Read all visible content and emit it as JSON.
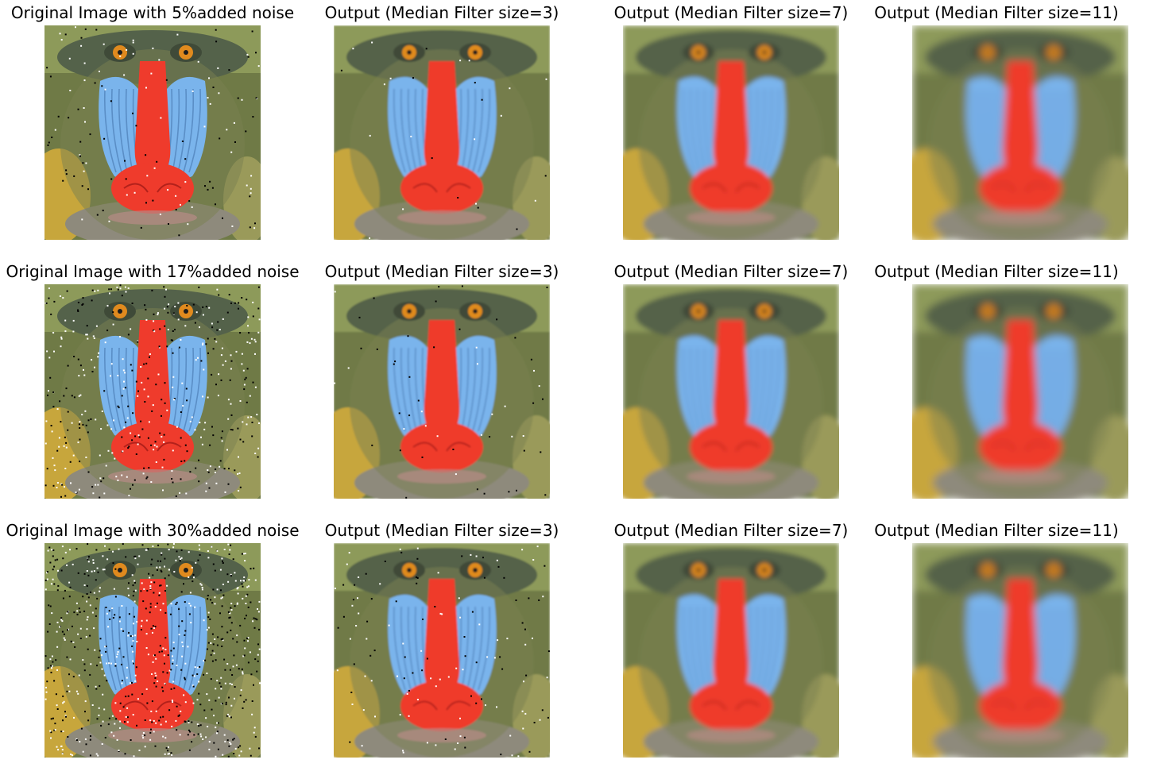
{
  "figure": {
    "rows": [
      {
        "panels": [
          {
            "title": "Original Image with 5%added noise",
            "noise": 0.05,
            "blur": 0
          },
          {
            "title": "Output (Median Filter size=3)",
            "noise": 0.01,
            "blur": 1
          },
          {
            "title": "Output (Median Filter size=7)",
            "noise": 0,
            "blur": 3
          },
          {
            "title": "Output (Median Filter size=11)",
            "noise": 0,
            "blur": 5
          }
        ]
      },
      {
        "panels": [
          {
            "title": "Original Image with 17%added noise",
            "noise": 0.17,
            "blur": 0
          },
          {
            "title": "Output (Median Filter size=3)",
            "noise": 0.02,
            "blur": 1
          },
          {
            "title": "Output (Median Filter size=7)",
            "noise": 0,
            "blur": 3
          },
          {
            "title": "Output (Median Filter size=11)",
            "noise": 0,
            "blur": 5
          }
        ]
      },
      {
        "panels": [
          {
            "title": "Original Image with 30%added noise",
            "noise": 0.3,
            "blur": 0
          },
          {
            "title": "Output (Median Filter size=3)",
            "noise": 0.05,
            "blur": 1
          },
          {
            "title": "Output (Median Filter size=7)",
            "noise": 0,
            "blur": 3
          },
          {
            "title": "Output (Median Filter size=11)",
            "noise": 0,
            "blur": 5
          }
        ]
      }
    ]
  }
}
